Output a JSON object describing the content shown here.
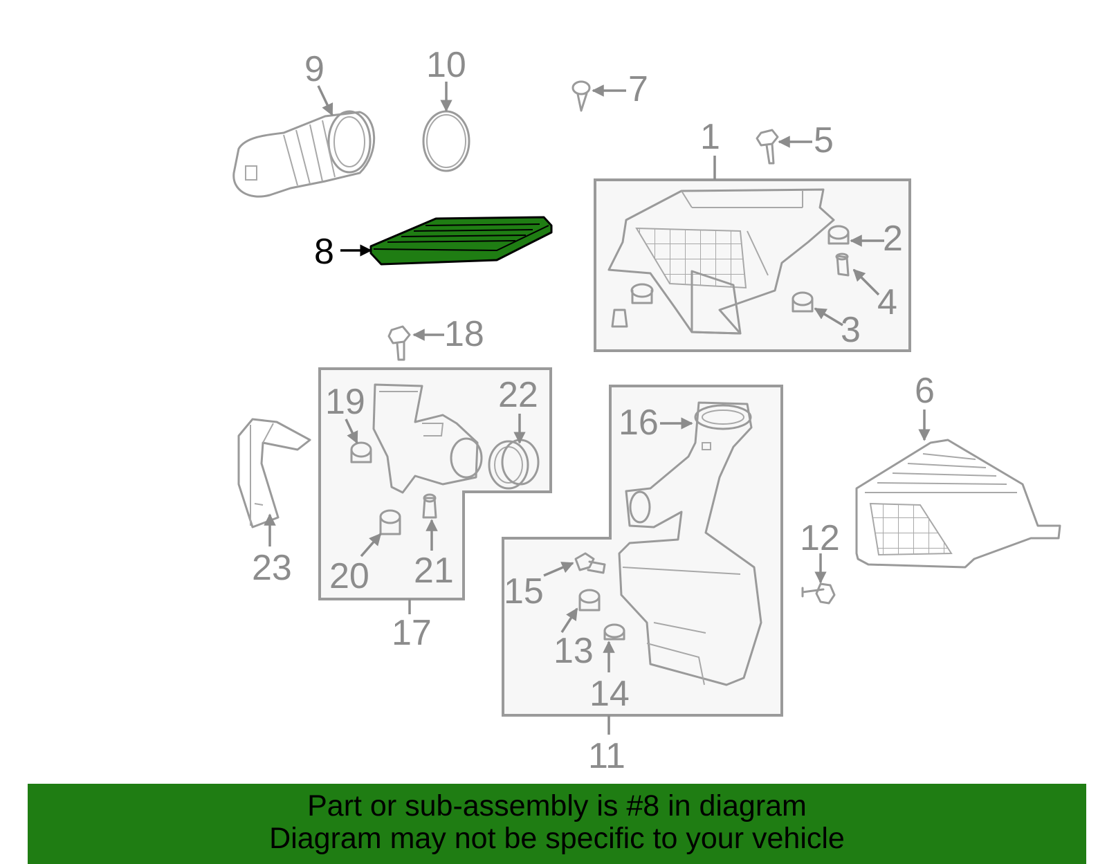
{
  "callouts": {
    "c1": "1",
    "c2": "2",
    "c3": "3",
    "c4": "4",
    "c5": "5",
    "c6": "6",
    "c7": "7",
    "c8": "8",
    "c9": "9",
    "c10": "10",
    "c11": "11",
    "c12": "12",
    "c13": "13",
    "c14": "14",
    "c15": "15",
    "c16": "16",
    "c17": "17",
    "c18": "18",
    "c19": "19",
    "c20": "20",
    "c21": "21",
    "c22": "22",
    "c23": "23"
  },
  "highlight": {
    "color": "#1f7d13"
  },
  "banner": {
    "line1": "Part or sub-assembly is #8 in diagram",
    "line2": "Diagram may not be specific to your vehicle",
    "color": "#1f7d13"
  }
}
